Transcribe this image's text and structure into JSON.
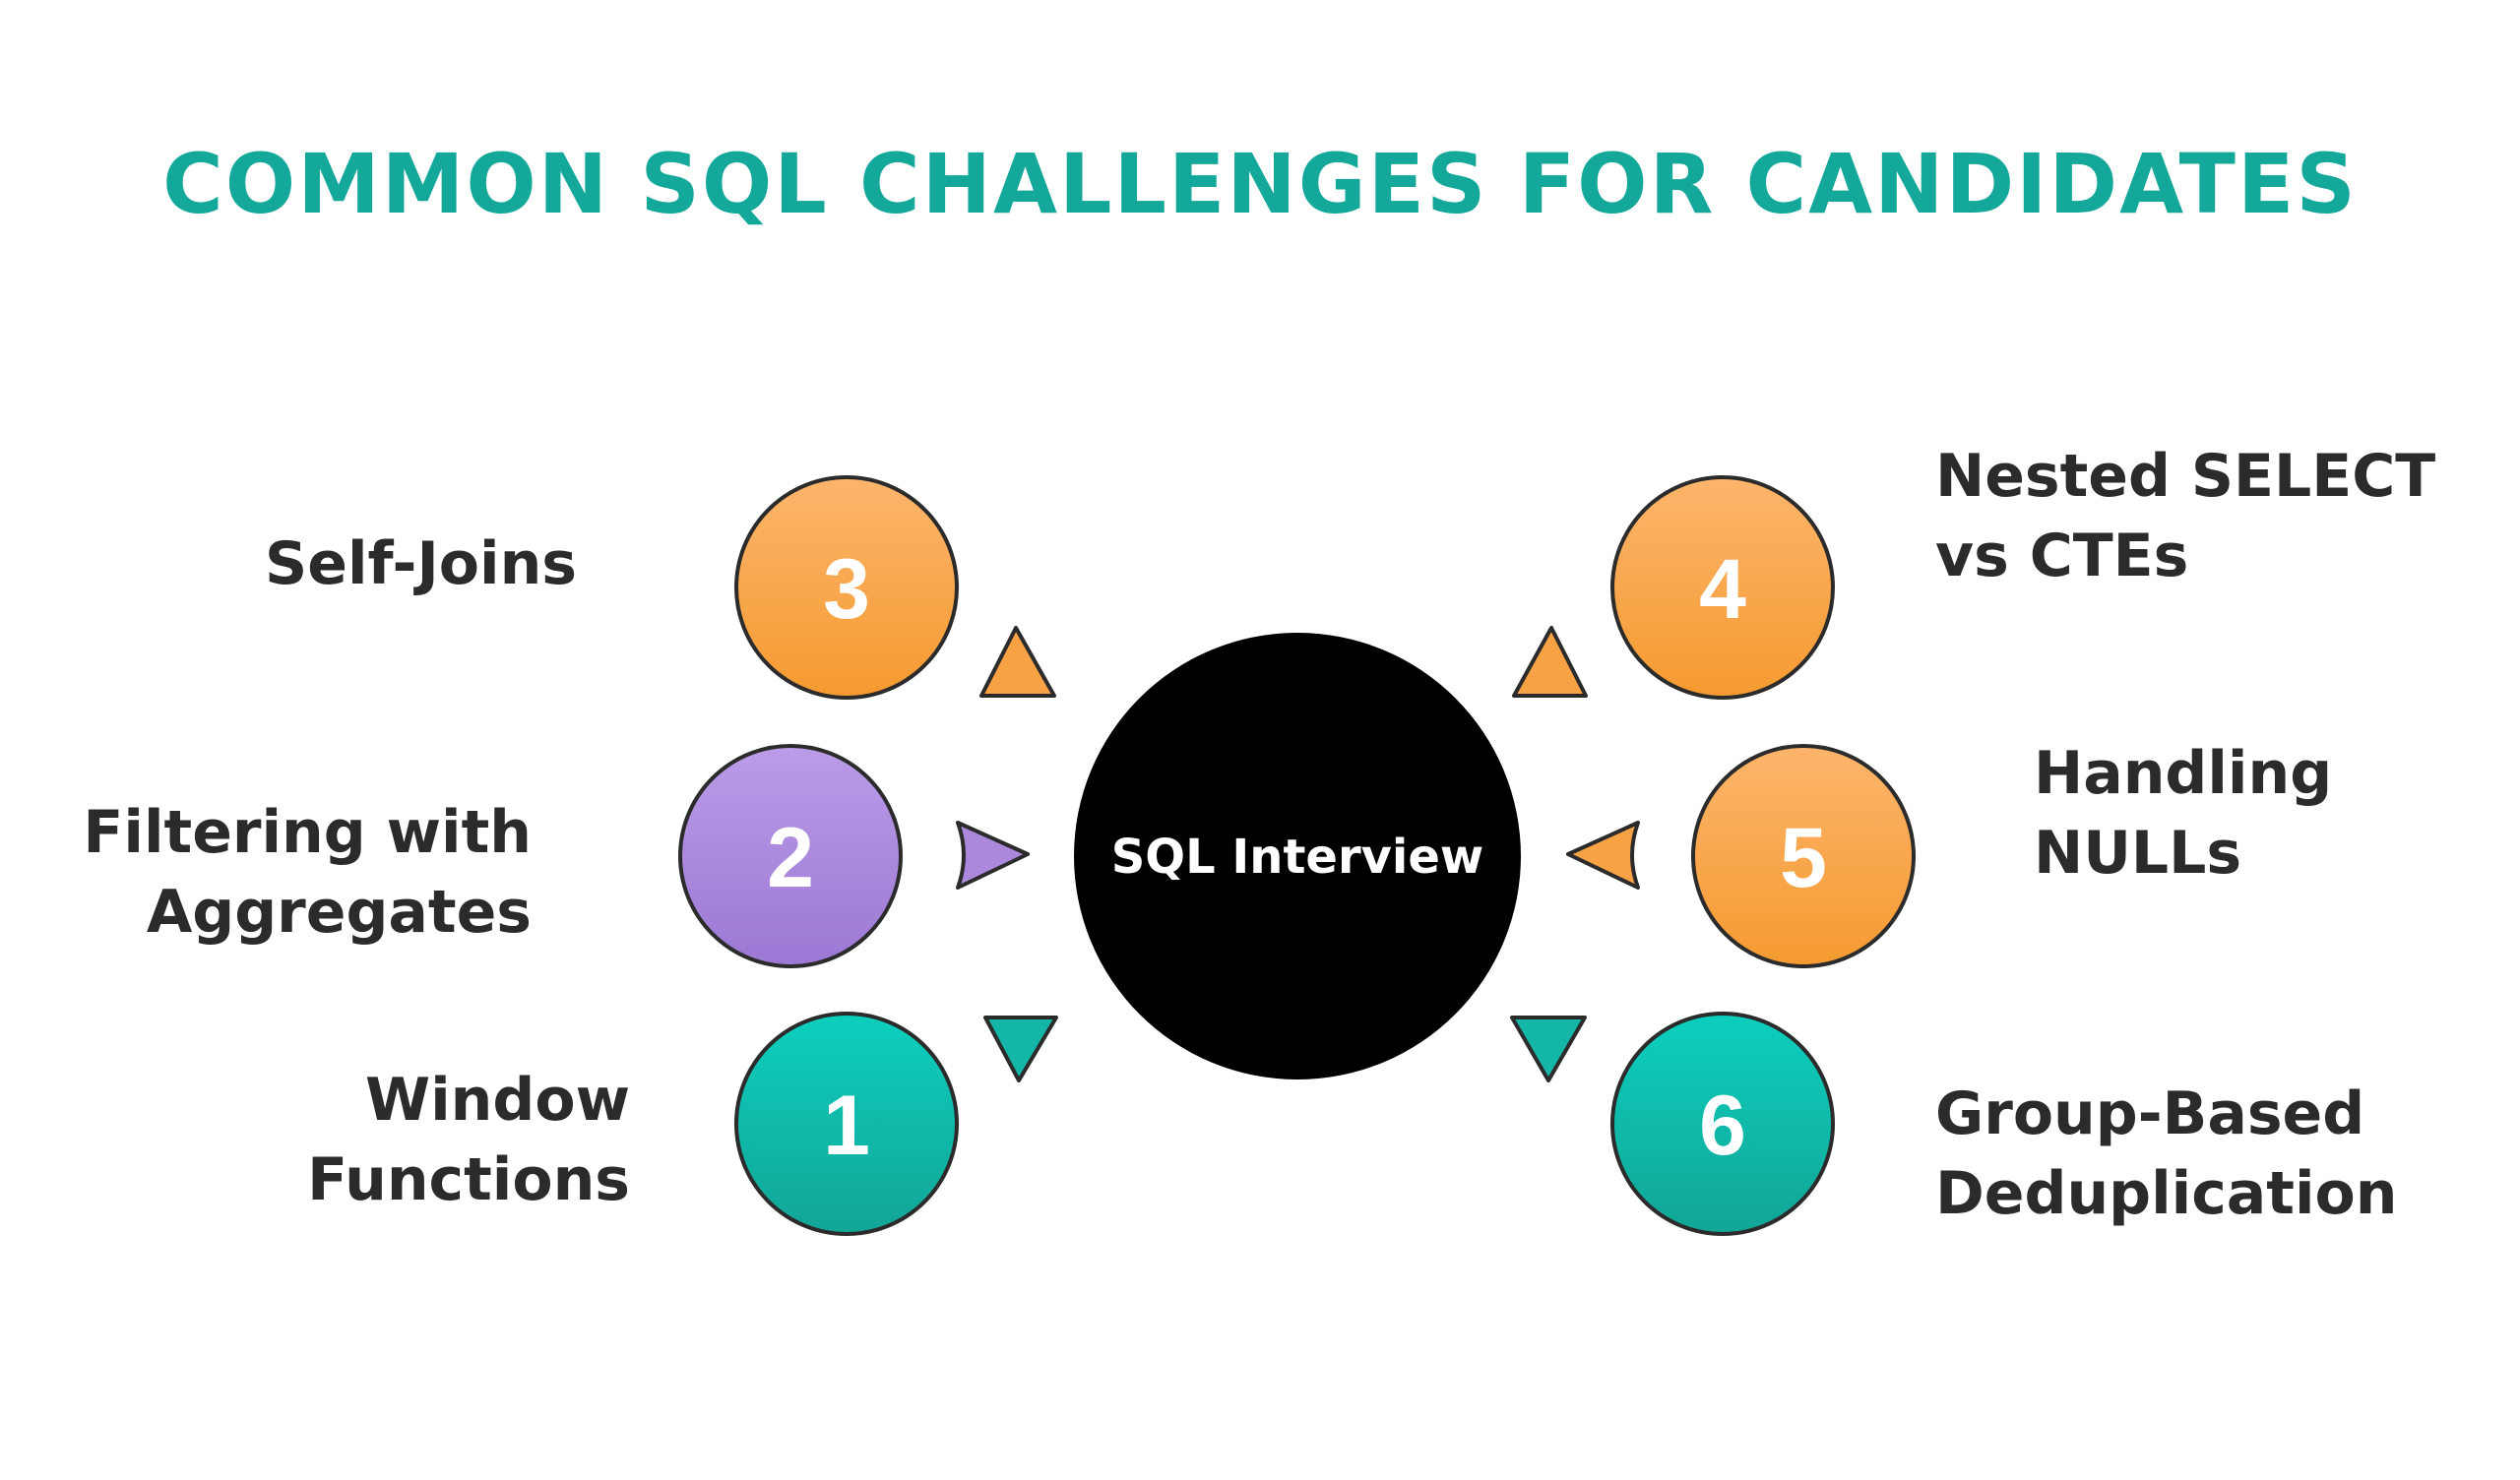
{
  "title": "COMMON SQL CHALLENGES FOR CANDIDATES",
  "center": {
    "label": "SQL Interview"
  },
  "colors": {
    "title": "#14a89a",
    "orange": "#f7a244",
    "purple": "#ac88dd",
    "teal": "#14b6a8",
    "center": "#000000",
    "text": "#2b2b2b"
  },
  "items": [
    {
      "number": "1",
      "lines": [
        "Window",
        "Functions"
      ],
      "color": "teal"
    },
    {
      "number": "2",
      "lines": [
        "Filtering with",
        "Aggregates"
      ],
      "color": "purple"
    },
    {
      "number": "3",
      "lines": [
        "Self-Joins"
      ],
      "color": "orange"
    },
    {
      "number": "4",
      "lines": [
        "Nested SELECT",
        "vs CTEs"
      ],
      "color": "orange"
    },
    {
      "number": "5",
      "lines": [
        "Handling",
        "NULLs"
      ],
      "color": "orange"
    },
    {
      "number": "6",
      "lines": [
        "Group-Based",
        "Deduplication"
      ],
      "color": "teal"
    }
  ]
}
